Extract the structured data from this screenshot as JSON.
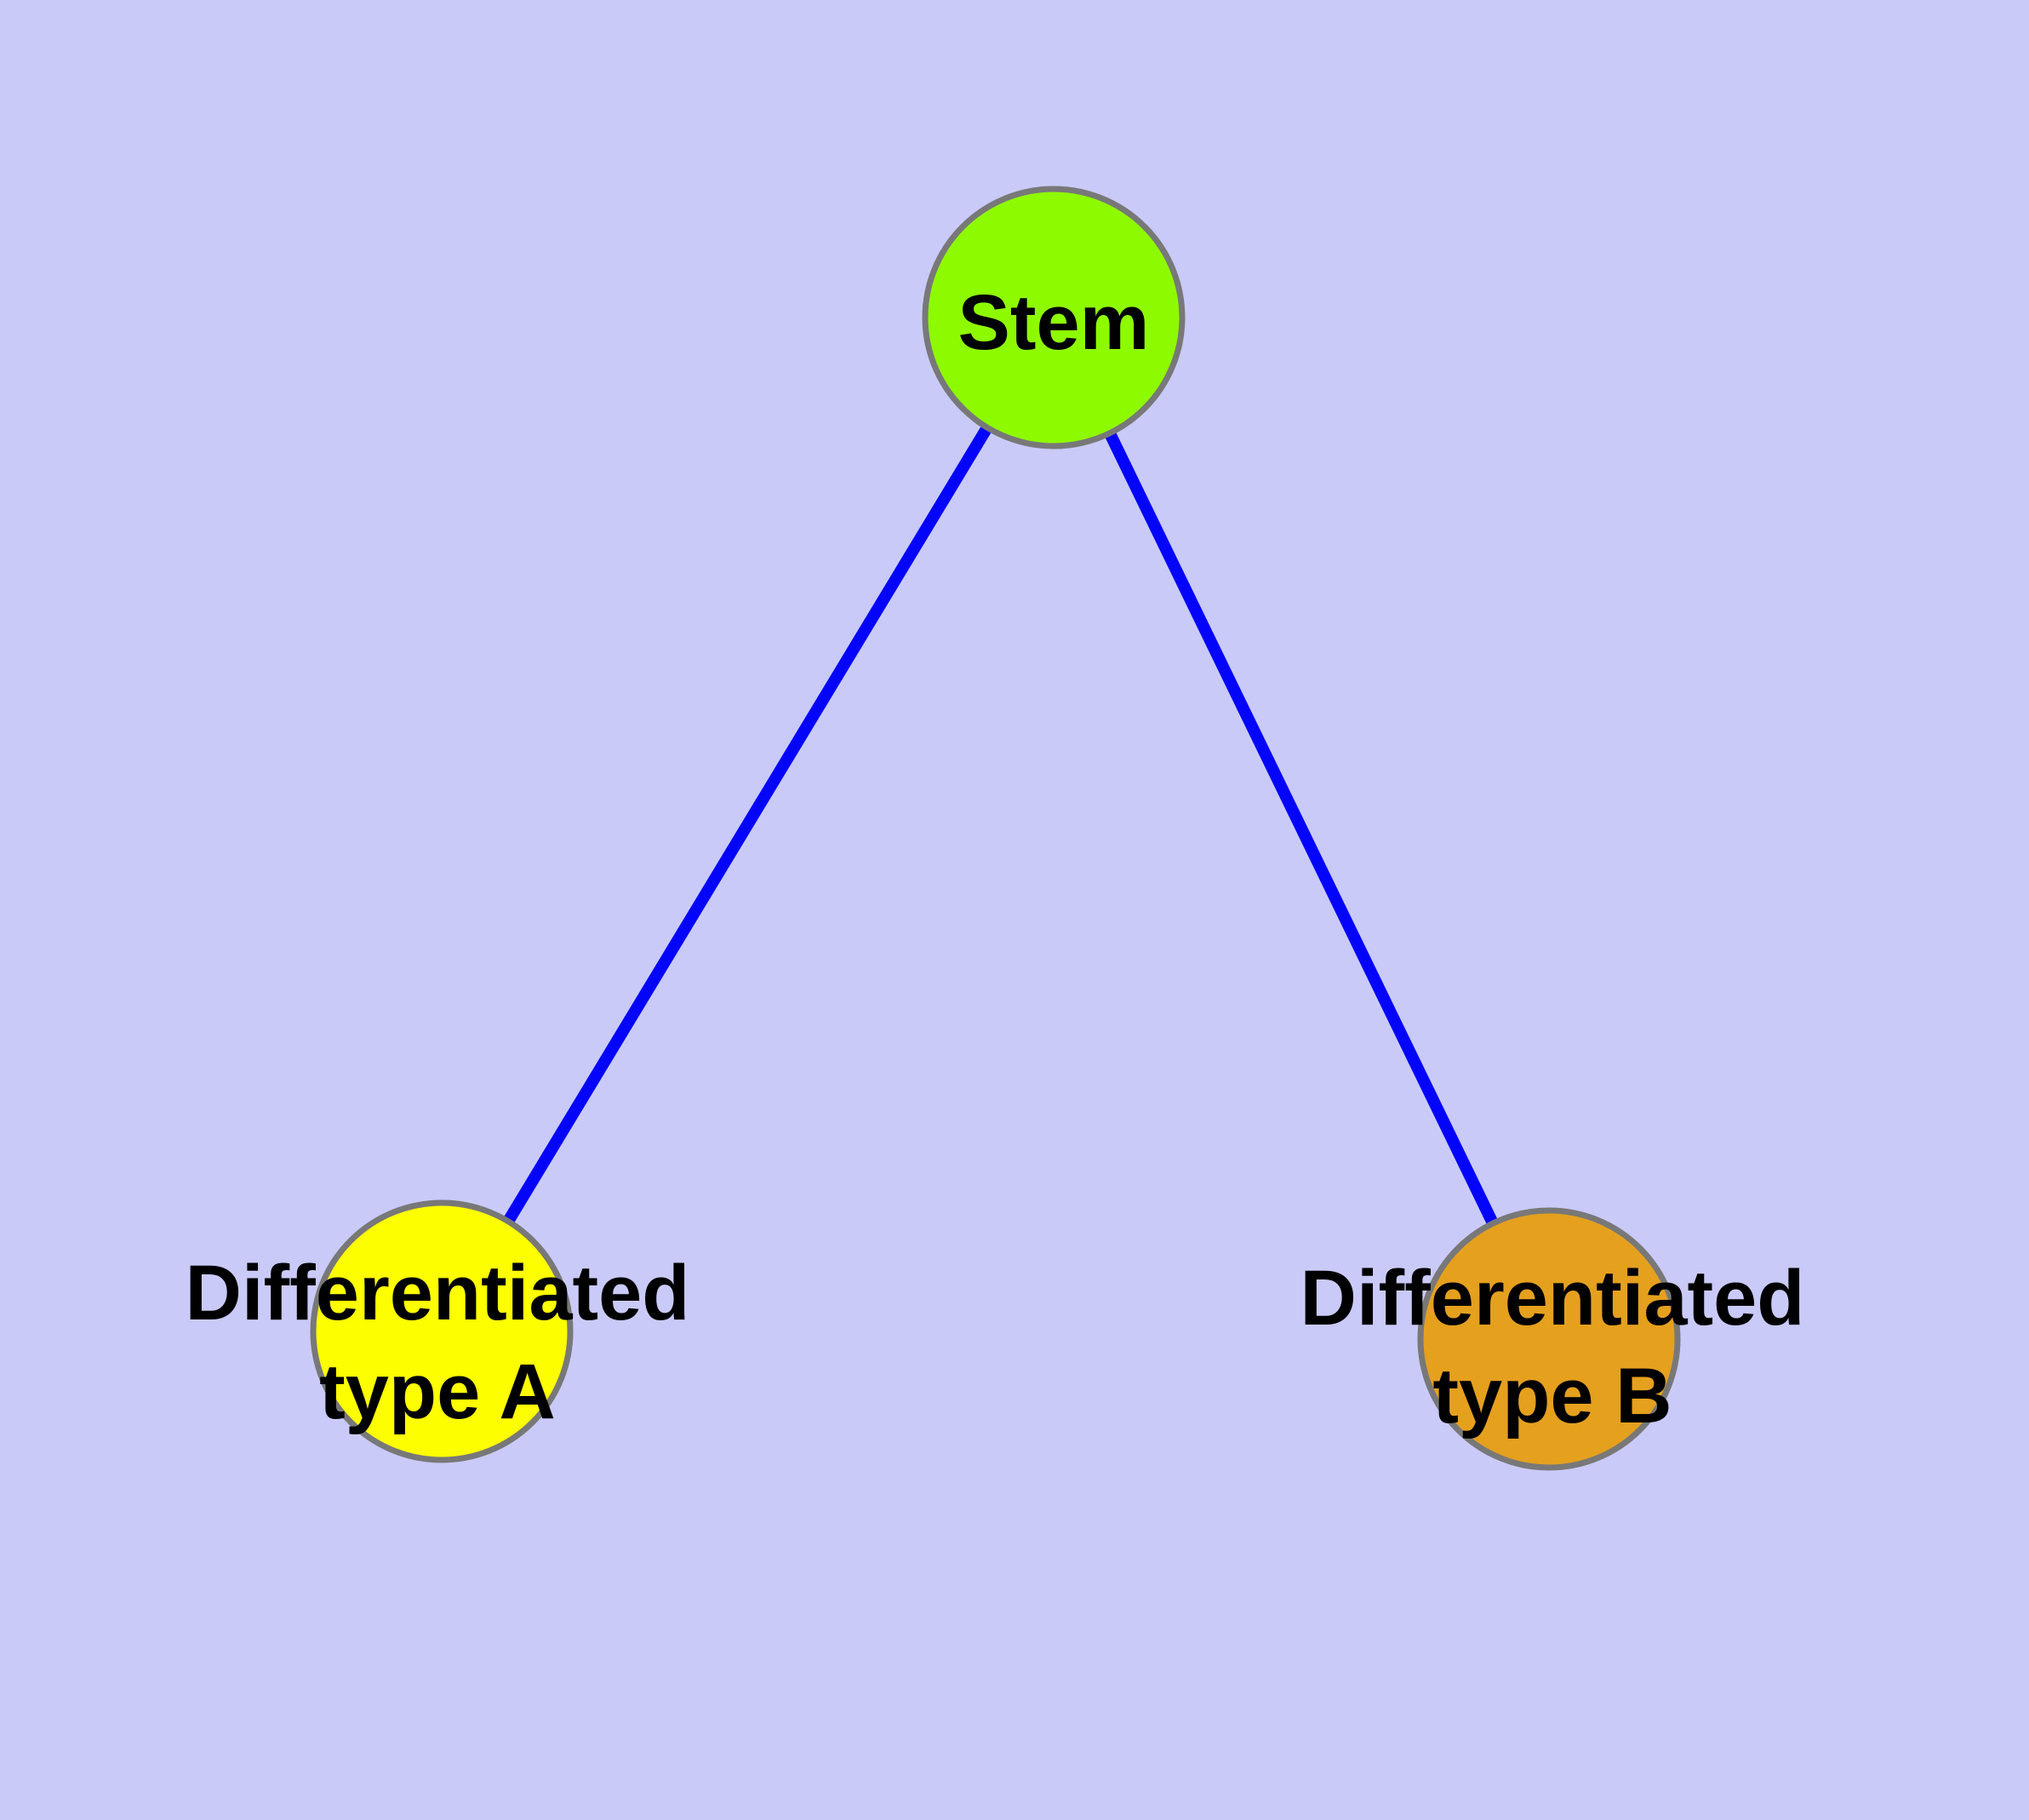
{
  "graph": {
    "background_color": "#cacaf8",
    "edge_color": "#0404fa",
    "node_border_color": "#787878",
    "label_color": "#000000",
    "nodes": [
      {
        "id": "stem",
        "label": "Stem",
        "lines": {
          "line1": "Stem"
        },
        "fill": "#8efa00"
      },
      {
        "id": "differentiated-type-a",
        "label": "Differentiated type A",
        "lines": {
          "line1": "Differentiated",
          "line2": "type A"
        },
        "fill": "#fdfe00"
      },
      {
        "id": "differentiated-type-b",
        "label": "Differentiated type B",
        "lines": {
          "line1": "Differentiated",
          "line2": "type B"
        },
        "fill": "#e5a01e"
      }
    ],
    "edges": [
      {
        "from": "Stem",
        "to": "Differentiated type A"
      },
      {
        "from": "Stem",
        "to": "Differentiated type B"
      }
    ]
  }
}
